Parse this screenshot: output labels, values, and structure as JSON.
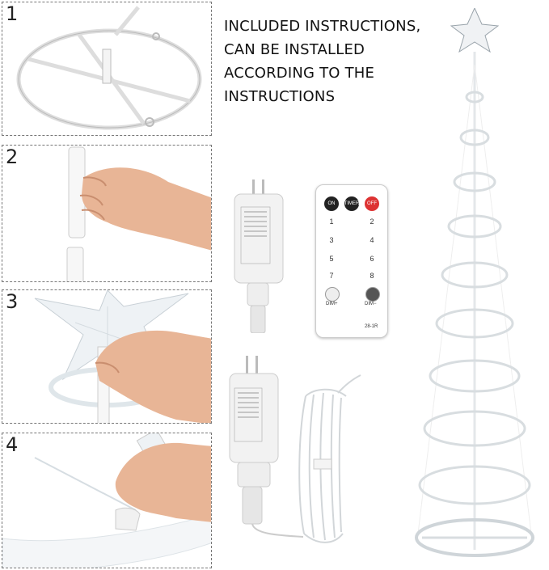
{
  "instructions": {
    "line1": "INCLUDED INSTRUCTIONS,",
    "line2": "CAN BE INSTALLED",
    "line3": "ACCORDING TO THE",
    "line4": "INSTRUCTIONS"
  },
  "steps": [
    {
      "num": "1"
    },
    {
      "num": "2"
    },
    {
      "num": "3"
    },
    {
      "num": "4"
    }
  ],
  "remote": {
    "on": "ON",
    "timer": "TIMER",
    "off": "OFF",
    "keys": [
      "1",
      "2",
      "3",
      "4",
      "5",
      "6",
      "7",
      "8"
    ],
    "dim_plus": "DIM+",
    "dim_minus": "DIM−",
    "model": "28-1R"
  }
}
